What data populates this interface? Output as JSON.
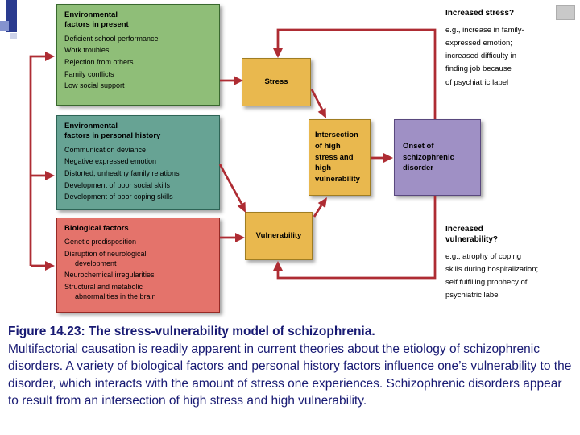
{
  "caption": {
    "title": "Figure 14.23: The stress-vulnerability model of schizophrenia.",
    "body": "Multifactorial causation is readily apparent in current theories about the etiology of schizophrenic disorders. A variety of biological factors and personal history factors influence one’s vulnerability to the disorder, which interacts with the amount of stress one experiences. Schizophrenic disorders appear to result from an intersection of high stress and high vulnerability."
  },
  "diagram": {
    "boxes": {
      "env_present": {
        "title": "Environmental\nfactors in present",
        "items": [
          "Deficient school performance",
          "Work troubles",
          "Rejection from others",
          "Family conflicts",
          "Low social support"
        ]
      },
      "env_history": {
        "title": "Environmental\nfactors in personal history",
        "items": [
          "Communication deviance",
          "Negative expressed emotion",
          "Distorted, unhealthy family relations",
          "Development of poor social skills",
          "Development of poor coping skills"
        ]
      },
      "biological": {
        "title": "Biological factors",
        "items": [
          "Genetic predisposition",
          "Disruption of neurological\ndevelopment",
          "Neurochemical irregularities",
          "Structural and metabolic\nabnormalities in the brain"
        ]
      },
      "stress": {
        "label": "Stress"
      },
      "vulnerability": {
        "label": "Vulnerability"
      },
      "intersection": {
        "label": "Intersection of high stress and high vulnerability"
      },
      "onset": {
        "label": "Onset of schizophrenic disorder"
      }
    },
    "notes": {
      "increased_stress": {
        "title": "Increased stress?",
        "body": "e.g., increase in family-\nexpressed emotion;\nincreased difficulty in\nfinding job because\nof psychiatric label"
      },
      "increased_vulnerability": {
        "title": "Increased\nvulnerability?",
        "body": "e.g., atrophy of coping\nskills during hospitalization;\nself fulfilling prophecy of\npsychiatric label"
      }
    },
    "colors": {
      "env_present_bg": "#8fbe78",
      "env_history_bg": "#67a394",
      "biological_bg": "#e4736b",
      "gold_bg": "#e9b84e",
      "onset_bg": "#9f90c5",
      "arrow": "#ae2c33",
      "caption_text": "#181a73"
    }
  }
}
